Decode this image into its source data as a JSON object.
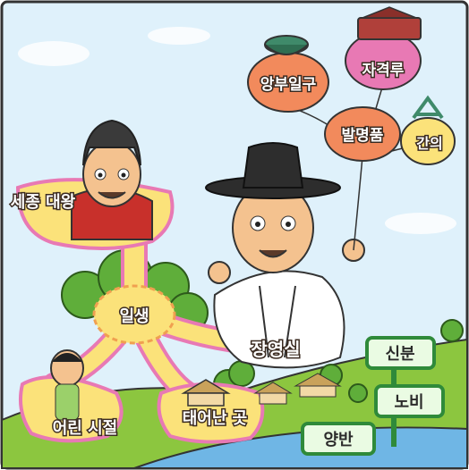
{
  "labels": {
    "king": "세종 대왕",
    "center": "일생",
    "childhood": "어린 시절",
    "birthplace": "태어난 곳",
    "person": "장영실",
    "inventions": "발명품",
    "sundial": "앙부일구",
    "water_clock": "자격루",
    "armillary": "간의",
    "status": "신분",
    "slave": "노비",
    "noble": "양반"
  },
  "colors": {
    "sky": "#dff1fb",
    "balloon_pink": "#f4a6cf",
    "balloon_orange": "#f28a5c",
    "leaf_sign": "#2f8a3a",
    "path_yellow": "#fbe27a"
  }
}
